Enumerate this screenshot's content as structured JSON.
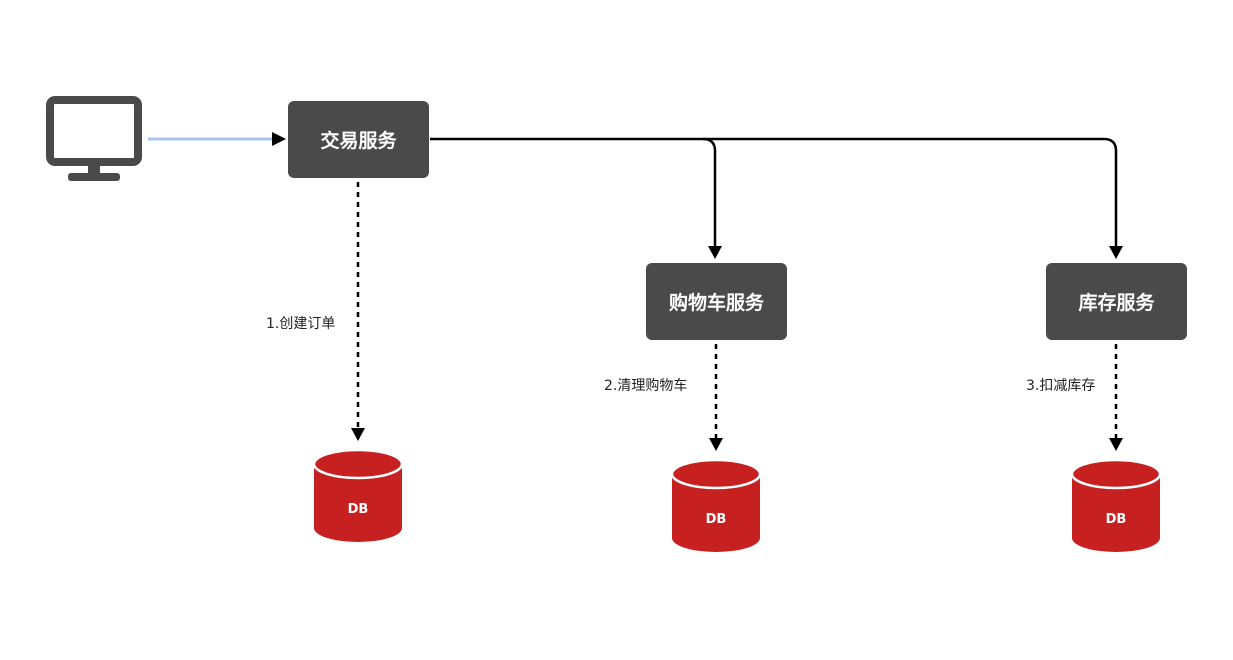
{
  "services": {
    "trade": "交易服务",
    "cart": "购物车服务",
    "stock": "库存服务"
  },
  "steps": {
    "step1": "1.创建订单",
    "step2": "2.清理购物车",
    "step3": "3.扣减库存"
  },
  "databases": {
    "db1": "DB",
    "db2": "DB",
    "db3": "DB"
  },
  "icons": {
    "client": "monitor-icon",
    "database": "database-icon"
  },
  "colors": {
    "service_box": "#4a4a4a",
    "database": "#c62020",
    "client_link": "#a9c4ee",
    "connector": "#000000"
  }
}
